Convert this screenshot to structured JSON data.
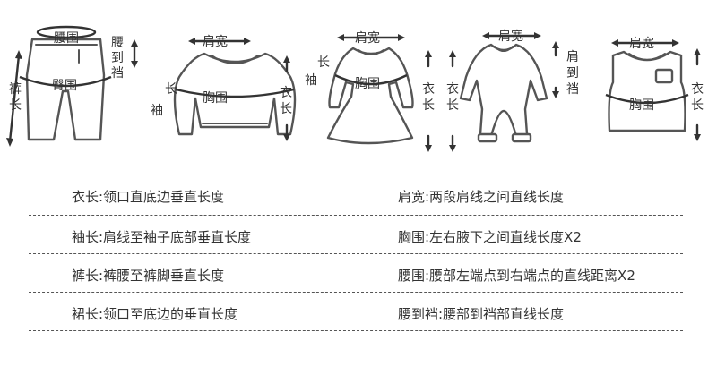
{
  "figures": {
    "pants": {
      "waist": "腰围",
      "rise": [
        "腰",
        "到",
        "裆"
      ],
      "hip": "臀围",
      "length": [
        "裤",
        "长"
      ]
    },
    "sweater": {
      "shoulder": "肩宽",
      "sleeve": [
        "袖",
        "长"
      ],
      "chest": "胸围",
      "length": [
        "衣",
        "长"
      ]
    },
    "dress": {
      "shoulder": "肩宽",
      "sleeve": [
        "袖",
        "长"
      ],
      "chest": "胸围",
      "length": [
        "衣",
        "长"
      ]
    },
    "romper": {
      "shoulder": "肩宽",
      "length": [
        "衣",
        "长"
      ],
      "rise": [
        "肩",
        "到",
        "裆"
      ]
    },
    "vest": {
      "shoulder": "肩宽",
      "chest": "胸围",
      "length": [
        "衣",
        "长"
      ]
    }
  },
  "legend": [
    {
      "left": "衣长:领口直底边垂直长度",
      "right": "肩宽:两段肩线之间直线长度"
    },
    {
      "left": "袖长:肩线至袖子底部垂直长度",
      "right": "胸围:左右腋下之间直线长度X2"
    },
    {
      "left": "裤长:裤腰至裤脚垂直长度",
      "right": "腰围:腰部左端点到右端点的直线距离X2"
    },
    {
      "left": "裙长:领口至底边的垂直长度",
      "right": "腰到裆:腰部到裆部直线长度"
    }
  ]
}
